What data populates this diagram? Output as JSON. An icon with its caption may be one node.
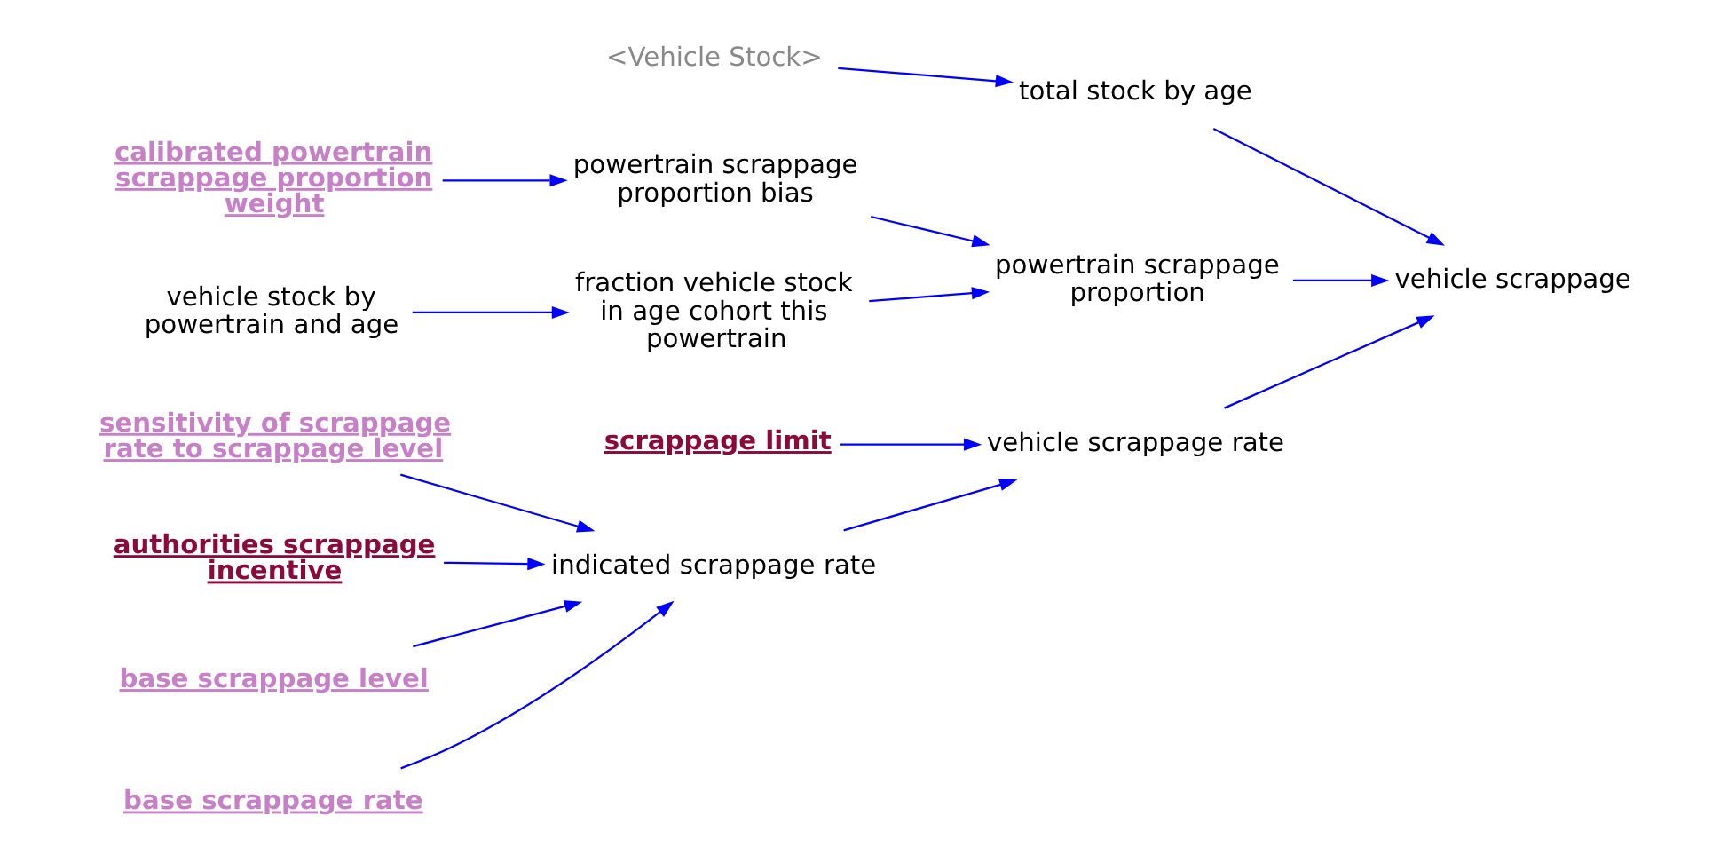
{
  "diagram": {
    "nodes": [
      {
        "text": [
          "vehicle stock by powertrain and age"
        ]
      },
      {
        "text": [
          "fraction vehicle stock in age cohort this powertrain"
        ]
      },
      {
        "text": [
          "powertrain scrappage proportion"
        ]
      },
      {
        "text": [
          "vehicle scrappage"
        ]
      },
      {
        "text": [
          "calibrated powertrain scrappage proportion weight"
        ]
      },
      {
        "text": [
          "powertrain scrappage proportion bias"
        ]
      },
      {
        "text": [
          "total stock by age"
        ]
      },
      {
        "text": [
          "scrappage limit"
        ]
      },
      {
        "text": [
          "vehicle scrappage rate"
        ]
      },
      {
        "text": [
          "<Vehicle Stock>"
        ]
      },
      {
        "text": [
          "indicated scrappage rate"
        ]
      },
      {
        "text": [
          "authorities scrappage incentive"
        ]
      },
      {
        "text": [
          "base scrappage level"
        ]
      },
      {
        "text": [
          "base scrappage rate"
        ]
      },
      {
        "text": [
          "sensitivity of scrappage rate to scrappage level"
        ]
      }
    ],
    "edges": [
      {
        "from": 0,
        "to": 1,
        "arrow": "to"
      },
      {
        "from": 1,
        "to": 2,
        "arrow": "to"
      },
      {
        "from": 2,
        "to": 3,
        "arrow": "to"
      },
      {
        "from": 4,
        "to": 5,
        "arrow": "to"
      },
      {
        "from": 5,
        "to": 2,
        "arrow": "to"
      },
      {
        "from": 6,
        "to": 3,
        "arrow": "to"
      },
      {
        "from": 9,
        "to": 6,
        "arrow": "to"
      },
      {
        "from": 7,
        "to": 8,
        "arrow": "to"
      },
      {
        "from": 8,
        "to": 3,
        "arrow": "to"
      },
      {
        "from": 10,
        "to": 8,
        "arrow": "to"
      },
      {
        "from": 11,
        "to": 10,
        "arrow": "to"
      },
      {
        "from": 12,
        "to": 10,
        "arrow": "to"
      },
      {
        "from": 13,
        "to": 10,
        "arrow": "to"
      },
      {
        "from": 14,
        "to": 10,
        "arrow": "to"
      }
    ]
  }
}
